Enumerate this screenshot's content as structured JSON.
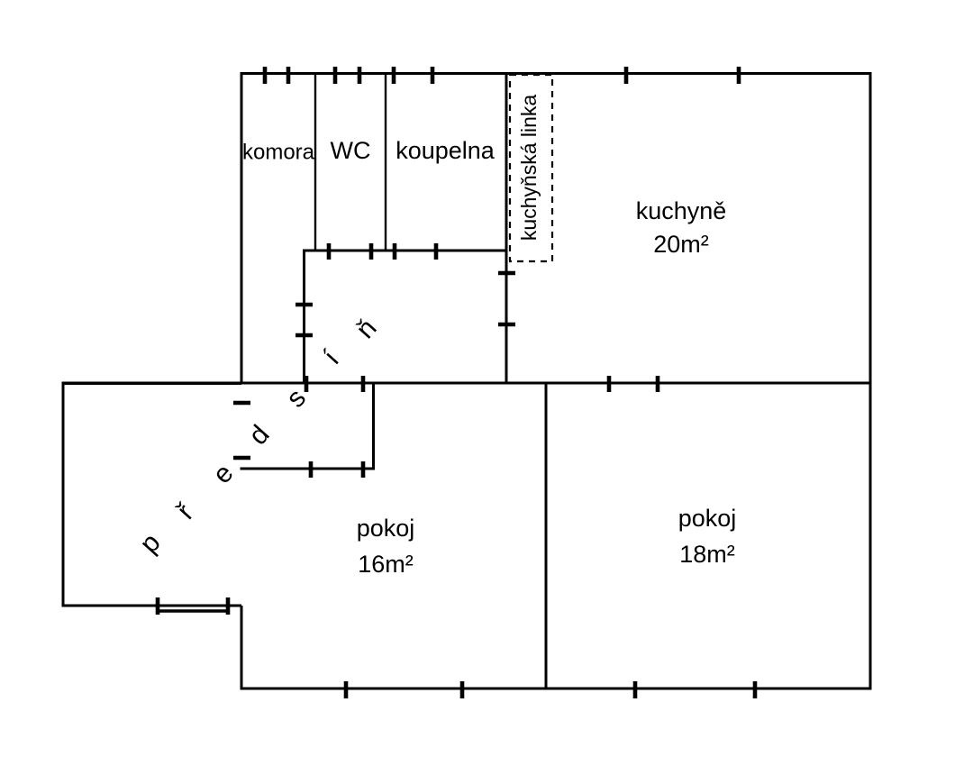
{
  "document": {
    "type": "apartment-floor-plan",
    "language": "cs"
  },
  "colors": {
    "wall": "#000000",
    "background": "#ffffff",
    "text": "#000000"
  },
  "rooms": [
    {
      "id": "komora",
      "name": "komora",
      "area": ""
    },
    {
      "id": "wc",
      "name": "WC",
      "area": ""
    },
    {
      "id": "koupelna",
      "name": "koupelna",
      "area": ""
    },
    {
      "id": "kuchyne",
      "name": "kuchyně",
      "area": "20m²"
    },
    {
      "id": "pokoj-16",
      "name": "pokoj",
      "area": "16m²"
    },
    {
      "id": "pokoj-18",
      "name": "pokoj",
      "area": "18m²"
    },
    {
      "id": "predsin",
      "name": "předsíň",
      "area": ""
    }
  ],
  "fixtures": [
    {
      "id": "kuchynska-linka",
      "name": "kuchyňská linka"
    }
  ],
  "labels": {
    "komora": "komora",
    "wc": "WC",
    "koupelna": "koupelna",
    "kuchyne_name": "kuchyně",
    "kuchyne_area": "20m²",
    "pokoj16_name": "pokoj",
    "pokoj16_area": "16m²",
    "pokoj18_name": "pokoj",
    "pokoj18_area": "18m²",
    "kuchynska_linka": "kuchyňská linka",
    "predsin_letters": [
      "p",
      "ř",
      "e",
      "d",
      "s",
      "í",
      "ň"
    ]
  }
}
